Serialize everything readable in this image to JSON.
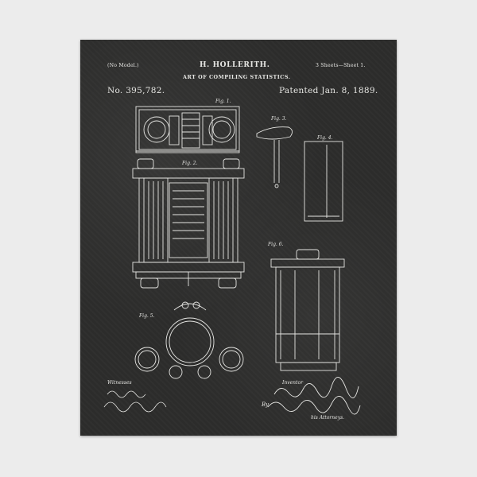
{
  "header": {
    "model_note": "(No Model.)",
    "inventor_name": "H. HOLLERITH.",
    "sheets": "3 Sheets—Sheet 1.",
    "invention_title": "ART OF COMPILING STATISTICS.",
    "patent_number": "No. 395,782.",
    "patent_date": "Patented Jan. 8, 1889."
  },
  "figures": {
    "fig1": "Fig. 1.",
    "fig2": "Fig. 2.",
    "fig3": "Fig. 3.",
    "fig4": "Fig. 4.",
    "fig5": "Fig. 5.",
    "fig6": "Fig. 6."
  },
  "footer": {
    "witnesses_label": "Witnesses",
    "inventor_label": "Inventor",
    "attorneys_label": "his Attorneys.",
    "by_label": "By"
  },
  "colors": {
    "chalkboard": "#2c2c2b",
    "chalk": "#e6e6e3",
    "mat": "#ececec"
  }
}
